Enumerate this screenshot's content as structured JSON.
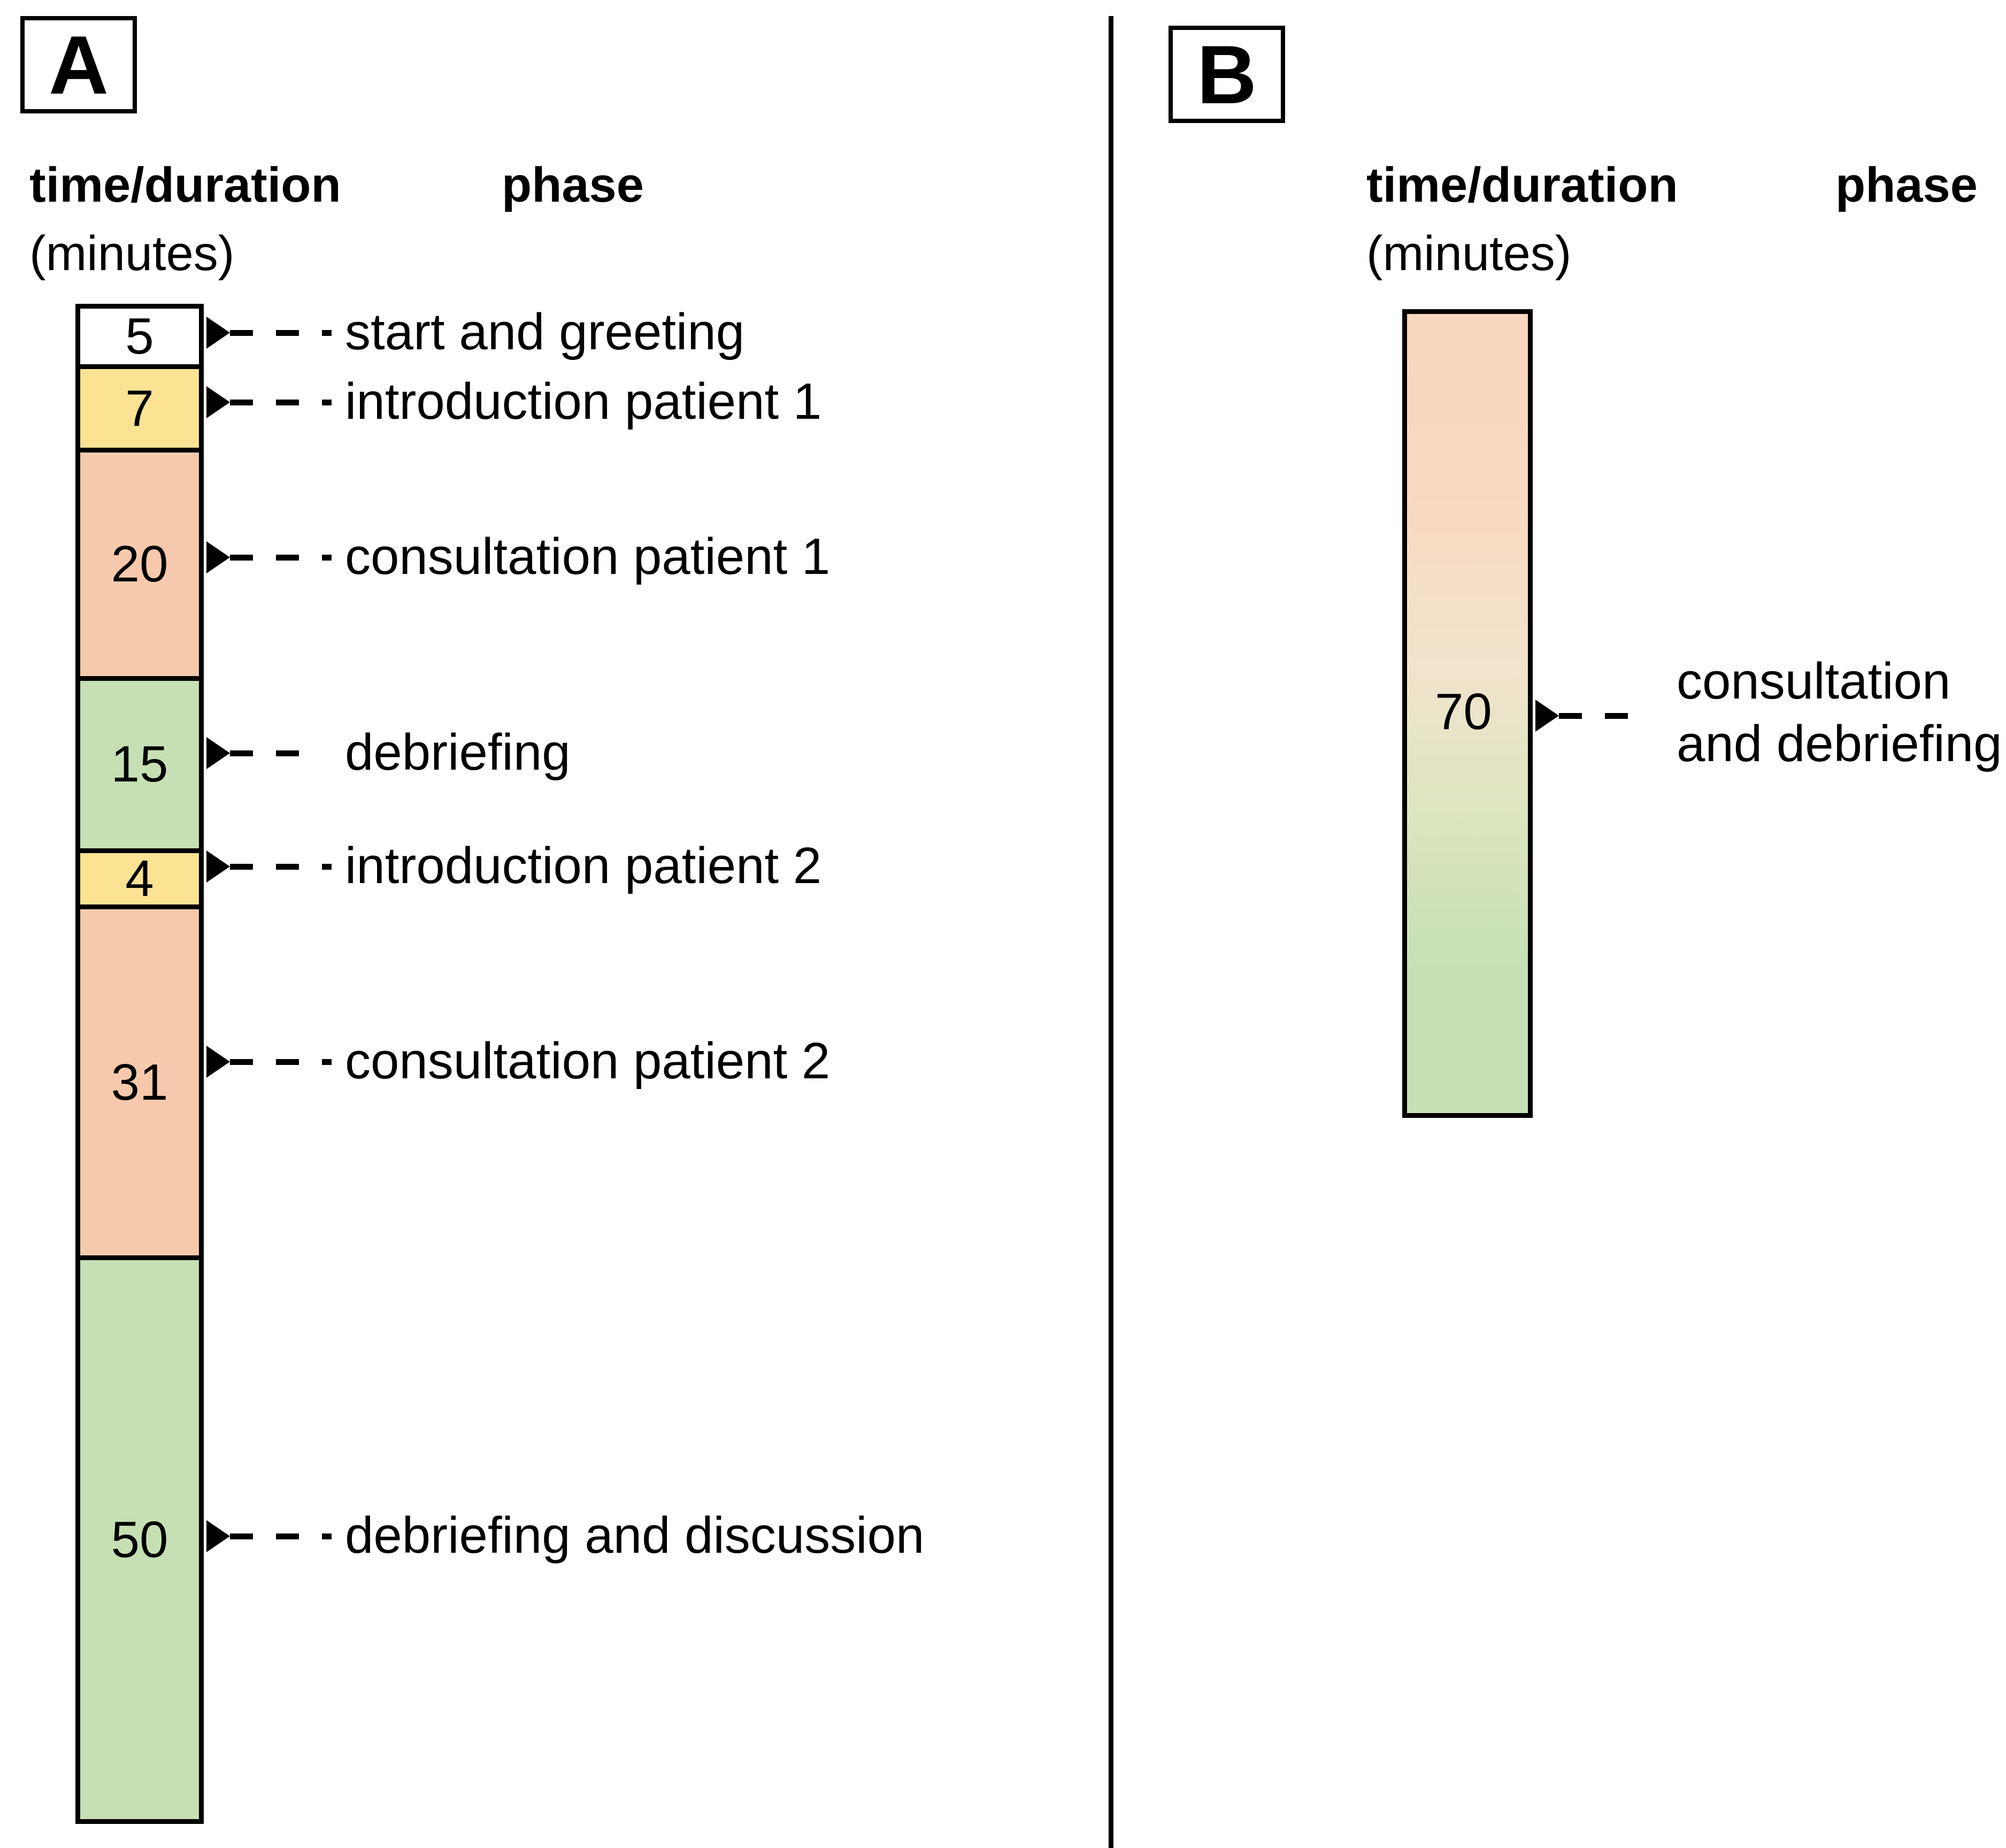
{
  "figure": {
    "panels": [
      {
        "id": "A",
        "badge": "A",
        "headers": {
          "time_label": "time/duration",
          "time_sublabel": "(minutes)",
          "phase_label": "phase"
        }
      },
      {
        "id": "B",
        "badge": "B",
        "headers": {
          "time_label": "time/duration",
          "time_sublabel": "(minutes)",
          "phase_label": "phase"
        }
      }
    ]
  },
  "chart_data": [
    {
      "type": "bar",
      "panel": "A",
      "orientation": "vertical-stacked",
      "title": "",
      "xlabel": "",
      "ylabel": "time/duration (minutes)",
      "unit": "minutes",
      "total": 132,
      "categories": [
        "start and greeting",
        "introduction patient 1",
        "consultation patient 1",
        "debriefing",
        "introduction patient 2",
        "consultation patient 2",
        "debriefing and discussion"
      ],
      "values": [
        5,
        7,
        20,
        15,
        4,
        31,
        50
      ],
      "colors": [
        "#FFFFFF",
        "#FCE293",
        "#F7C9AC",
        "#C6E0B4",
        "#FCE293",
        "#F7C9AC",
        "#C6E0B4"
      ],
      "segments": [
        {
          "value": "5",
          "label": "start and greeting",
          "color": "#FFFFFF"
        },
        {
          "value": "7",
          "label": "introduction patient 1",
          "color": "#FCE293"
        },
        {
          "value": "20",
          "label": "consultation patient 1",
          "color": "#F7C9AC"
        },
        {
          "value": "15",
          "label": "debriefing",
          "color": "#C6E0B4"
        },
        {
          "value": "4",
          "label": "introduction patient 2",
          "color": "#FCE293"
        },
        {
          "value": "31",
          "label": "consultation patient 2",
          "color": "#F7C9AC"
        },
        {
          "value": "50",
          "label": "debriefing and discussion",
          "color": "#C6E0B4"
        }
      ]
    },
    {
      "type": "bar",
      "panel": "B",
      "orientation": "vertical-stacked",
      "title": "",
      "xlabel": "",
      "ylabel": "time/duration (minutes)",
      "unit": "minutes",
      "total": 70,
      "categories": [
        "consultation and debriefing"
      ],
      "values": [
        70
      ],
      "colors": [
        "gradient:#F7C9AC->#C6E0B4"
      ],
      "segments": [
        {
          "value": "70",
          "label": "consultation and debriefing",
          "color": "gradient:#F7C9AC->#C6E0B4"
        }
      ]
    }
  ],
  "palette": {
    "white": "#FFFFFF",
    "yellow": "#FCE293",
    "peach": "#F7C9AC",
    "green": "#C6E0B4",
    "stroke": "#000000"
  }
}
